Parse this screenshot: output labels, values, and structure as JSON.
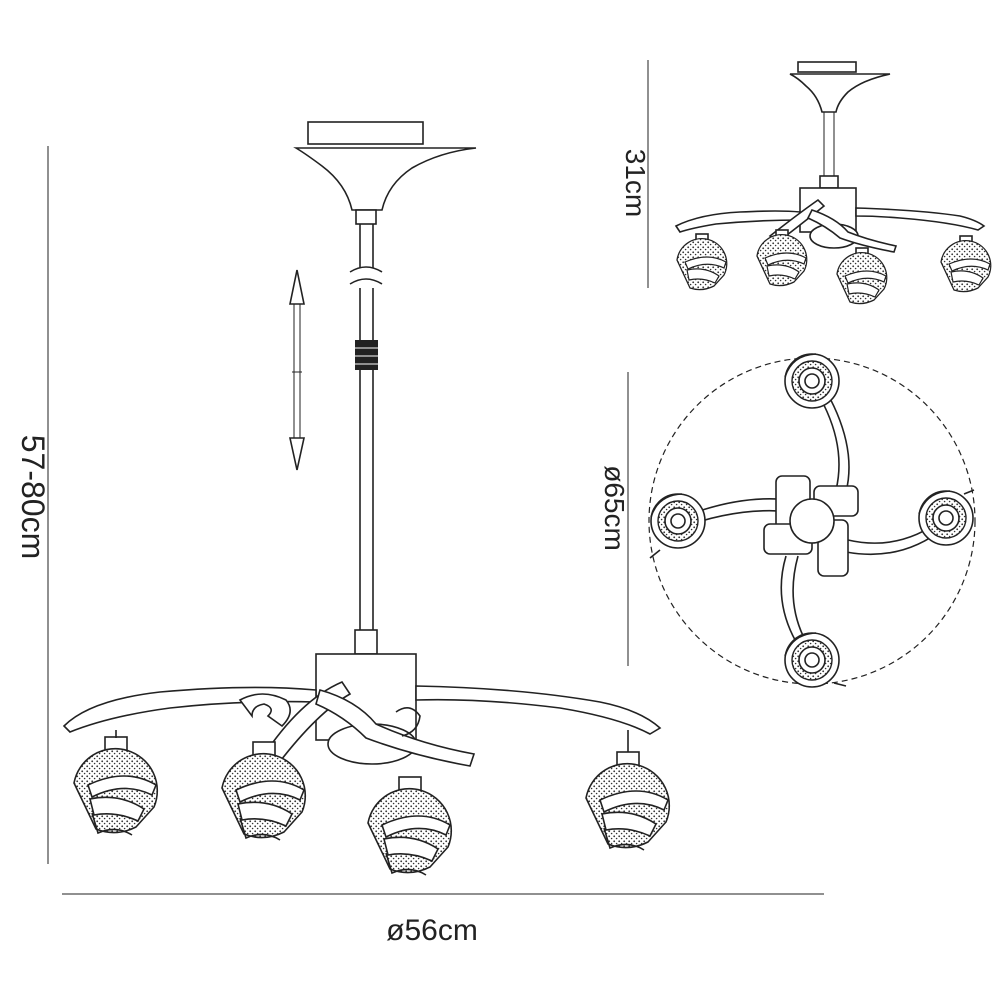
{
  "dimensions": {
    "height_range": "57-80cm",
    "width_span": "ø56cm",
    "flush_height": "31cm",
    "plan_diameter": "ø65cm"
  }
}
